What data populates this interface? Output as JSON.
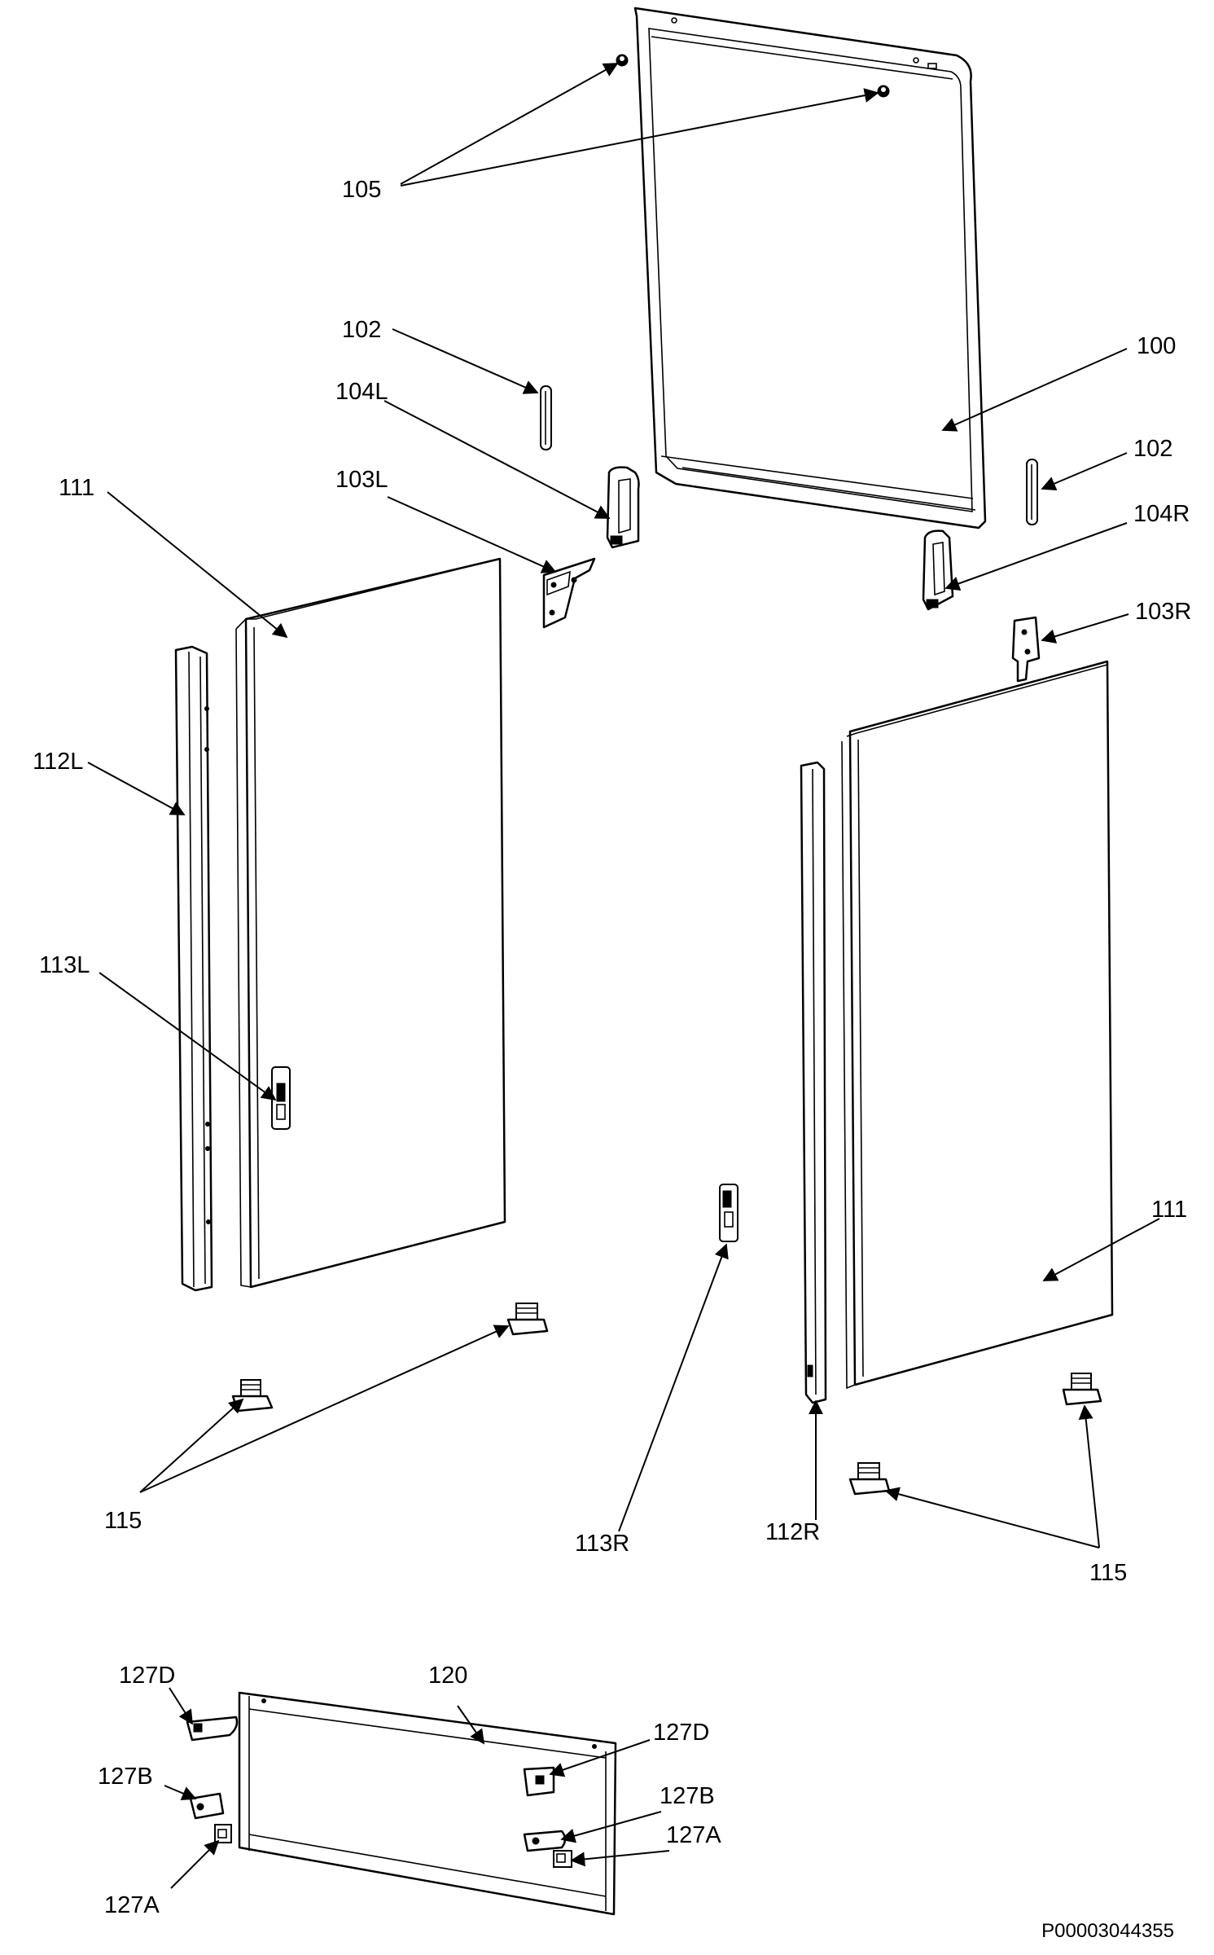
{
  "diagram": {
    "colors": {
      "line": "#000000",
      "background": "#ffffff"
    },
    "callouts": {
      "c105": "105",
      "c102a": "102",
      "c104l": "104L",
      "c103l": "103L",
      "c111a": "111",
      "c100": "100",
      "c102b": "102",
      "c104r": "104R",
      "c103r": "103R",
      "c112l": "112L",
      "c113l": "113L",
      "c111b": "111",
      "c115a": "115",
      "c113r": "113R",
      "c112r": "112R",
      "c115b": "115",
      "c127d_left": "127D",
      "c120": "120",
      "c127d_right": "127D",
      "c127b_left": "127B",
      "c127b_right": "127B",
      "c127a_right": "127A",
      "c127a_left": "127A"
    },
    "document_ref": "P00003044355"
  }
}
